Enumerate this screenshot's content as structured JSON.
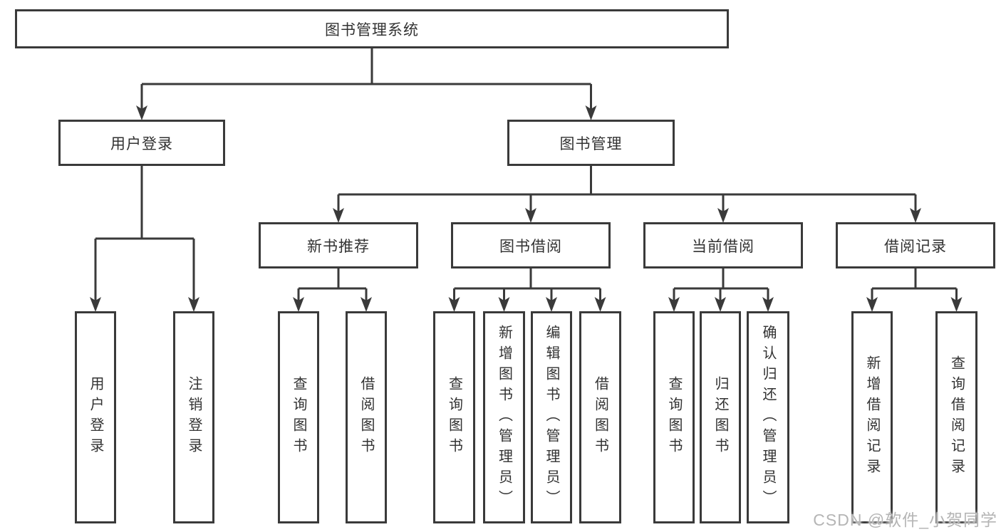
{
  "diagram": {
    "watermark": "CSDN @软件_小贺同学",
    "colors": {
      "line": "#3a3a3a",
      "text": "#323232",
      "watermark": "#b5b5b5",
      "background": "#ffffff"
    },
    "tree": {
      "id": "root",
      "label": "图书管理系统",
      "children": [
        {
          "id": "user-login",
          "label": "用户登录",
          "children": [
            {
              "id": "leaf-user-login",
              "label": "用户登录"
            },
            {
              "id": "leaf-logout",
              "label": "注销登录"
            }
          ]
        },
        {
          "id": "book-mgmt",
          "label": "图书管理",
          "children": [
            {
              "id": "new-book",
              "label": "新书推荐",
              "children": [
                {
                  "id": "nb-query",
                  "label": "查询图书"
                },
                {
                  "id": "nb-borrow",
                  "label": "借阅图书"
                }
              ]
            },
            {
              "id": "book-borrow",
              "label": "图书借阅",
              "children": [
                {
                  "id": "bb-query",
                  "label": "查询图书"
                },
                {
                  "id": "bb-add",
                  "label": "新增图书（管理员）"
                },
                {
                  "id": "bb-edit",
                  "label": "编辑图书（管理员）"
                },
                {
                  "id": "bb-borrow",
                  "label": "借阅图书"
                }
              ]
            },
            {
              "id": "current-borrow",
              "label": "当前借阅",
              "children": [
                {
                  "id": "cb-query",
                  "label": "查询图书"
                },
                {
                  "id": "cb-return",
                  "label": "归还图书"
                },
                {
                  "id": "cb-confirm",
                  "label": "确认归还（管理员）"
                }
              ]
            },
            {
              "id": "borrow-record",
              "label": "借阅记录",
              "children": [
                {
                  "id": "br-add",
                  "label": "新增借阅记录"
                },
                {
                  "id": "br-query",
                  "label": "查询借阅记录"
                }
              ]
            }
          ]
        }
      ]
    }
  }
}
